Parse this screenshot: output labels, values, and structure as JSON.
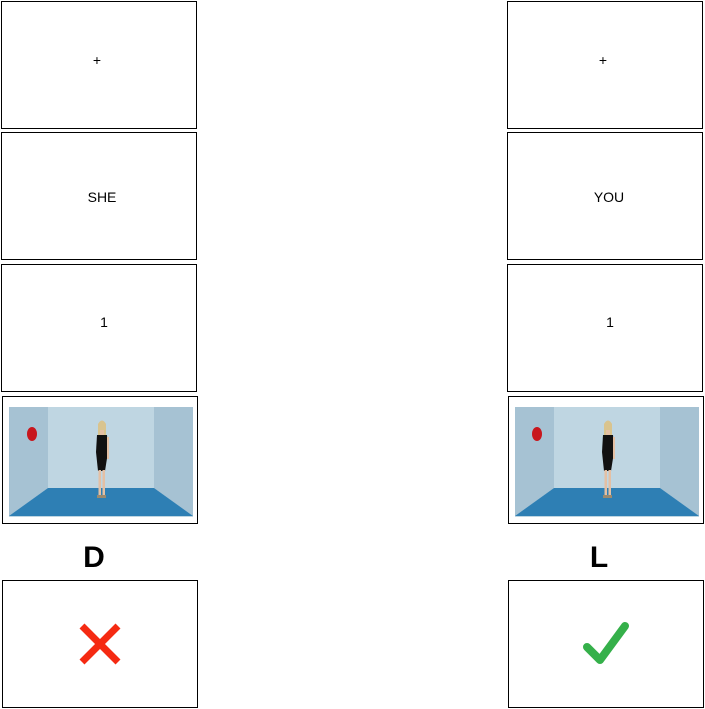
{
  "trials": [
    {
      "fixation": "+",
      "perspective": "SHE",
      "number": "1",
      "response_key": "D",
      "feedback": "incorrect-cross-icon"
    },
    {
      "fixation": "+",
      "perspective": "YOU",
      "number": "1",
      "response_key": "L",
      "feedback": "correct-check-icon"
    }
  ],
  "colors": {
    "wall_back": "#bfd6e2",
    "wall_side": "#a6c2d3",
    "floor": "#2e7fb4",
    "disc": "#c8161d",
    "cross": "#f52a12",
    "check": "#35b04a"
  }
}
